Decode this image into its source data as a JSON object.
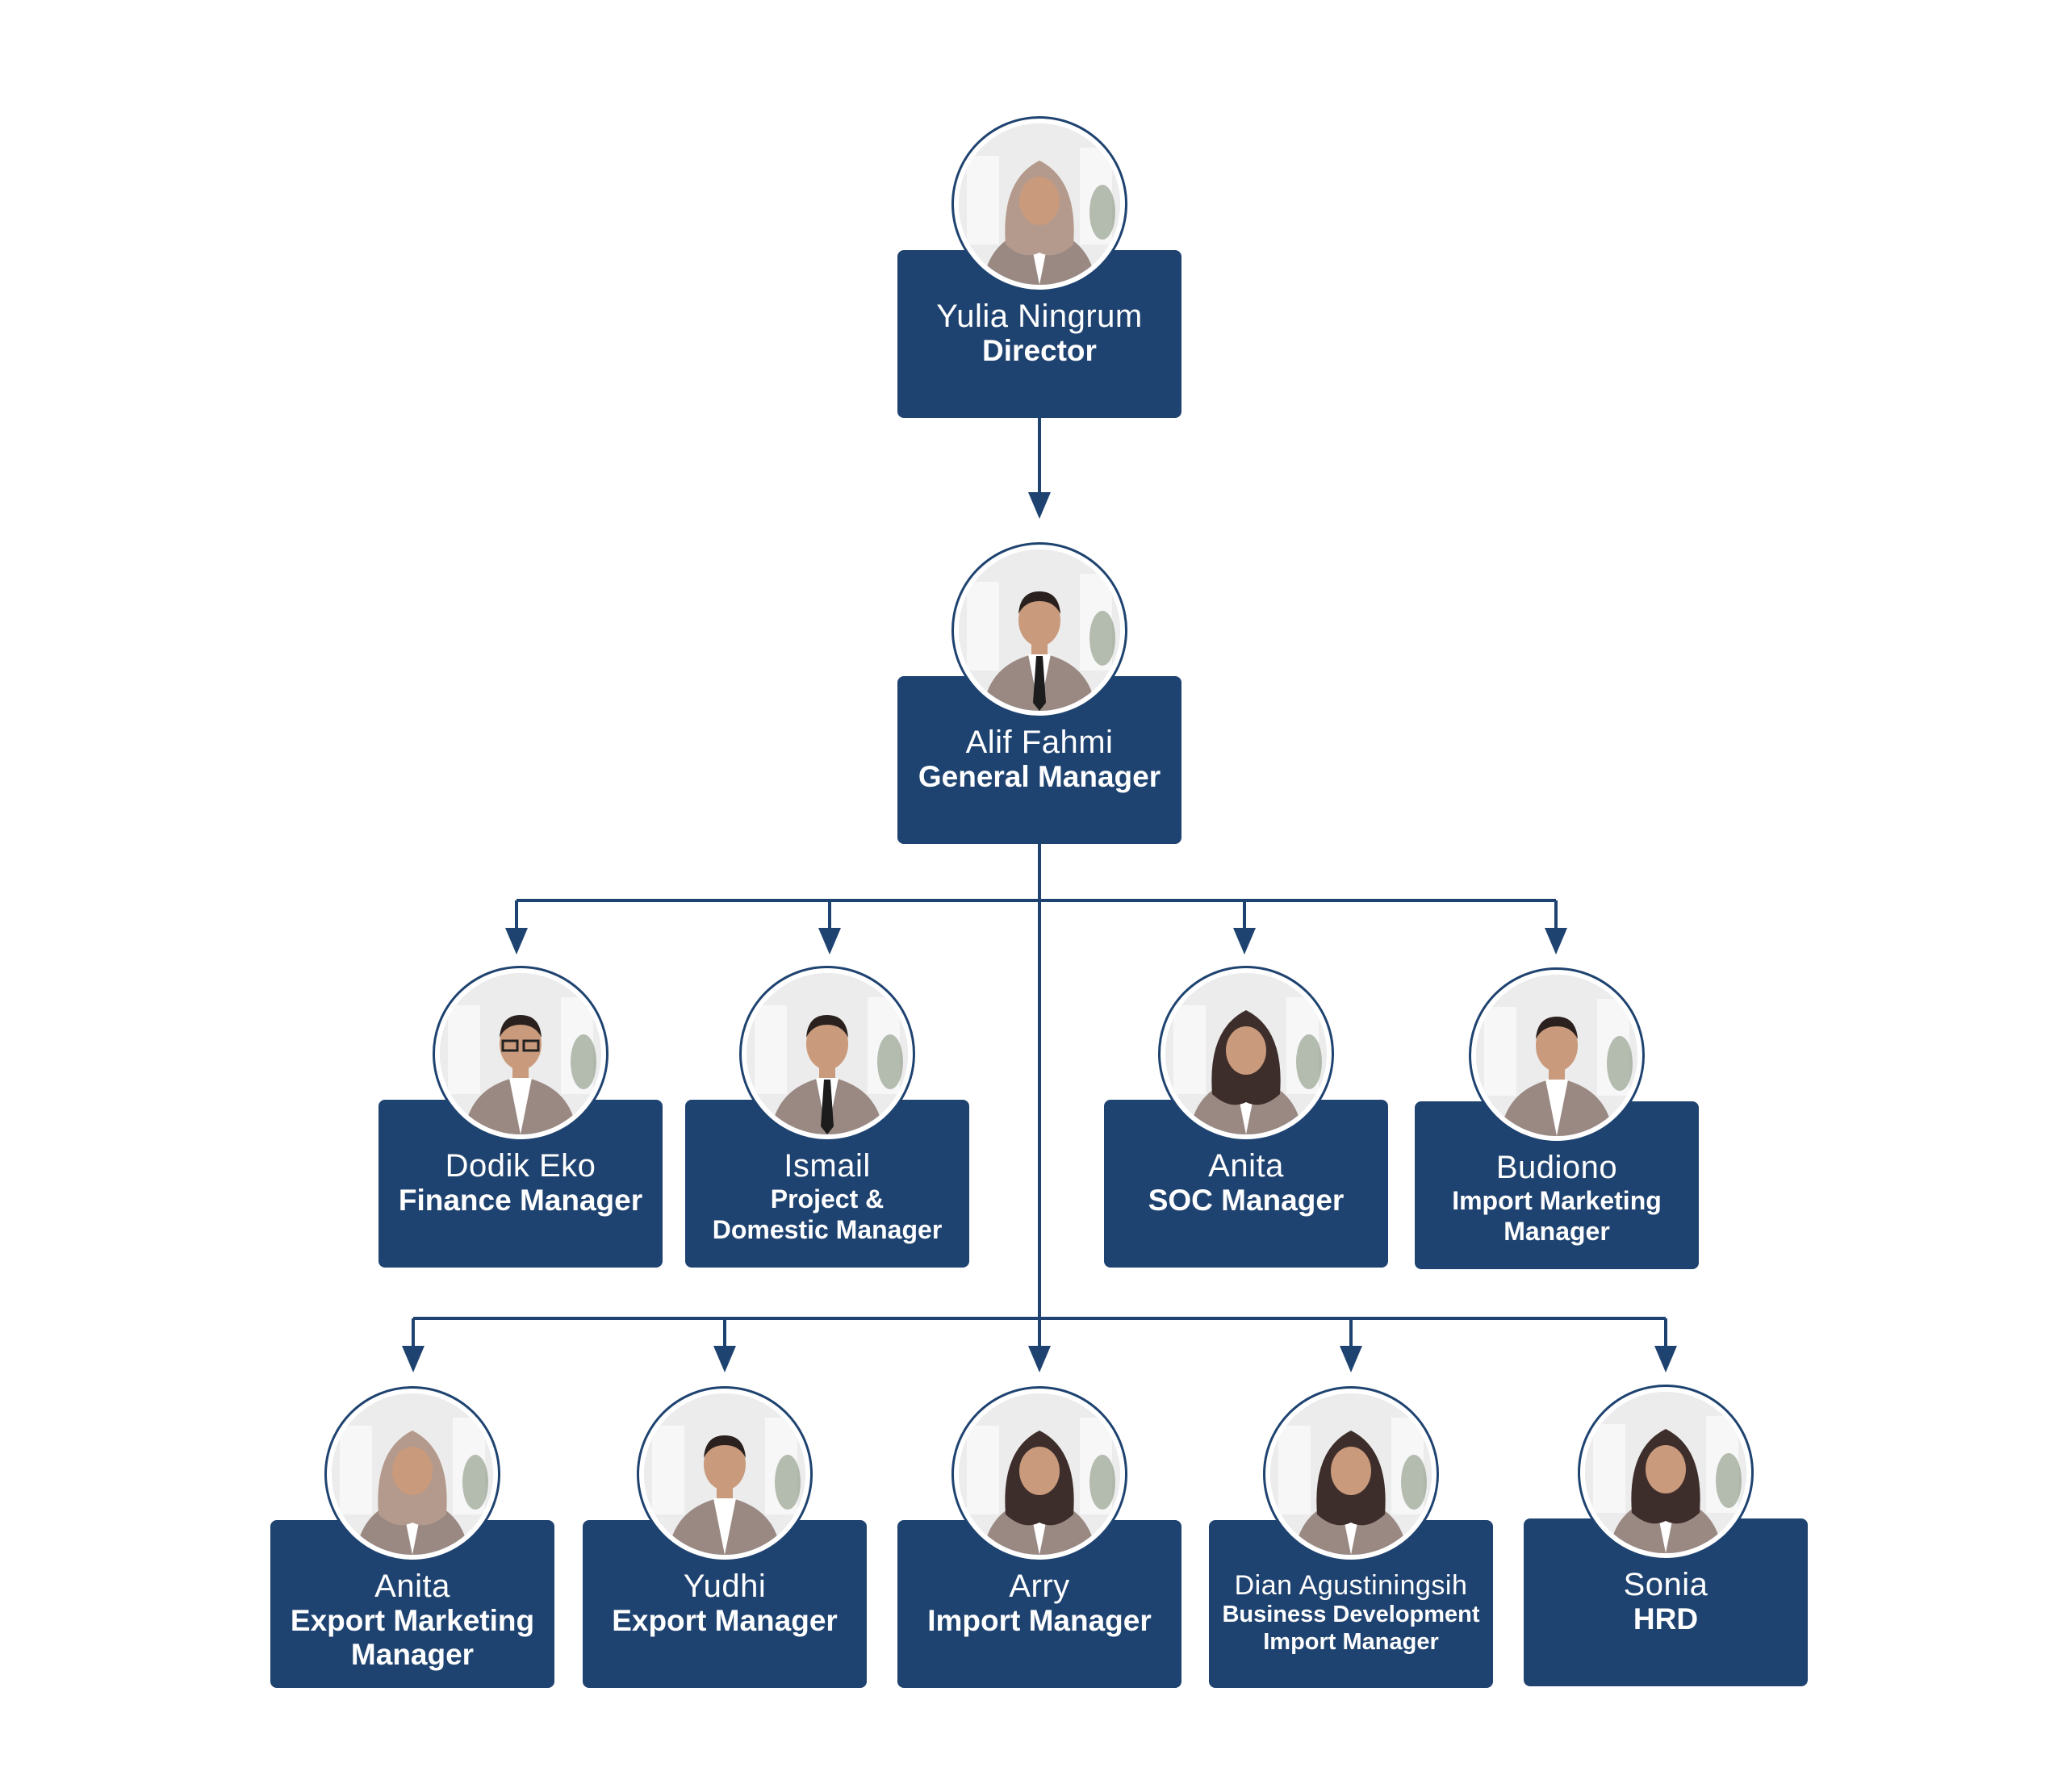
{
  "colors": {
    "card": "#1f4370",
    "line": "#1f4370",
    "background": "#ffffff",
    "suit": "#9a8983",
    "skin": "#c99a7c",
    "hijab_light": "#b49a8c",
    "hijab_dark": "#3e2e2b"
  },
  "director": {
    "name": "Yulia Ningrum",
    "role": "Director",
    "photo_icon": "portrait-hijab"
  },
  "general_manager": {
    "name": "Alif Fahmi",
    "role": "General Manager",
    "photo_icon": "portrait-man"
  },
  "managers": [
    {
      "name": "Dodik Eko",
      "role": "Finance Manager",
      "photo_icon": "portrait-man"
    },
    {
      "name": "Ismail",
      "role": "Project & Domestic Manager",
      "photo_icon": "portrait-man"
    },
    {
      "name": "Anita",
      "role": "SOC Manager",
      "photo_icon": "portrait-hijab"
    },
    {
      "name": "Budiono",
      "role": "Import Marketing Manager",
      "photo_icon": "portrait-man"
    }
  ],
  "staff": [
    {
      "name": "Anita",
      "role": "Export Marketing Manager",
      "photo_icon": "portrait-hijab"
    },
    {
      "name": "Yudhi",
      "role": "Export Manager",
      "photo_icon": "portrait-man"
    },
    {
      "name": "Arry",
      "role": "Import Manager",
      "photo_icon": "portrait-hijab"
    },
    {
      "name": "Dian Agustiningsih",
      "role": "Business Development Import Manager",
      "photo_icon": "portrait-hijab"
    },
    {
      "name": "Sonia",
      "role": "HRD",
      "photo_icon": "portrait-hijab"
    }
  ]
}
